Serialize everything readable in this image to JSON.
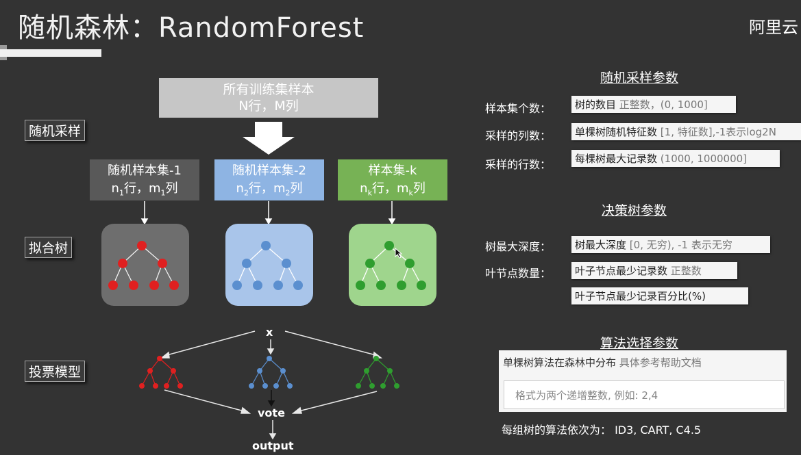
{
  "header": {
    "title": "随机森林：RandomForest",
    "brand": "阿里云"
  },
  "flow": {
    "all_samples": {
      "line1": "所有训练集样本",
      "line2": "N行，M列"
    },
    "steps": {
      "sampling": "随机采样",
      "fit": "拟合树",
      "vote_model": "投票模型"
    },
    "subsets": [
      {
        "title": "随机样本集-1",
        "rows": "n",
        "rows_sub": "1",
        "rows_unit": "行，",
        "cols": "m",
        "cols_sub": "1",
        "cols_unit": "列",
        "color": "#595959"
      },
      {
        "title": "随机样本集-2",
        "rows": "n",
        "rows_sub": "2",
        "rows_unit": "行，",
        "cols": "m",
        "cols_sub": "2",
        "cols_unit": "列",
        "color": "#8eb4e3"
      },
      {
        "title": "样本集-k",
        "rows": "n",
        "rows_sub": "k",
        "rows_unit": "行，",
        "cols": "m",
        "cols_sub": "k",
        "cols_unit": "列",
        "color": "#77b255"
      }
    ],
    "tree_cards": [
      {
        "bg": "#6e6e6e",
        "node": "#e02020",
        "edge": "#f0f0f0"
      },
      {
        "bg": "#a9c5ea",
        "node": "#5b8fcf",
        "edge": "#ffffff"
      },
      {
        "bg": "#9fd58d",
        "node": "#2f9e2f",
        "edge": "#ffffff"
      }
    ],
    "vote": {
      "input": "x",
      "vote": "vote",
      "output": "output"
    },
    "vote_tree_colors": [
      "#e02020",
      "#5b8fcf",
      "#2f9e2f"
    ]
  },
  "params": {
    "sampling": {
      "heading": "随机采样参数",
      "rows": [
        {
          "label": "样本集个数：",
          "name": "树的数目",
          "hint": "正整数，(0, 1000]"
        },
        {
          "label": "采样的列数：",
          "name": "单棵树随机特征数",
          "hint": "[1, 特征数],-1表示log2N"
        },
        {
          "label": "采样的行数：",
          "name": "每棵树最大记录数",
          "hint": "(1000, 1000000]"
        }
      ]
    },
    "tree": {
      "heading": "决策树参数",
      "rows": [
        {
          "label": "树最大深度：",
          "name": "树最大深度",
          "hint": "[0, 无穷), -1 表示无穷"
        },
        {
          "label": "叶节点数量：",
          "name": "叶子节点最少记录数",
          "hint": "正整数"
        },
        {
          "label": "",
          "name": "叶子节点最少记录百分比(%)",
          "hint": ""
        }
      ]
    },
    "algorithm": {
      "heading": "算法选择参数",
      "description": "单棵树算法在森林中分布",
      "description_hint": "具体参考帮助文档",
      "input_placeholder": "格式为两个递增整数, 例如: 2,4",
      "order": "每组树的算法依次为： ID3, CART, C4.5"
    }
  }
}
